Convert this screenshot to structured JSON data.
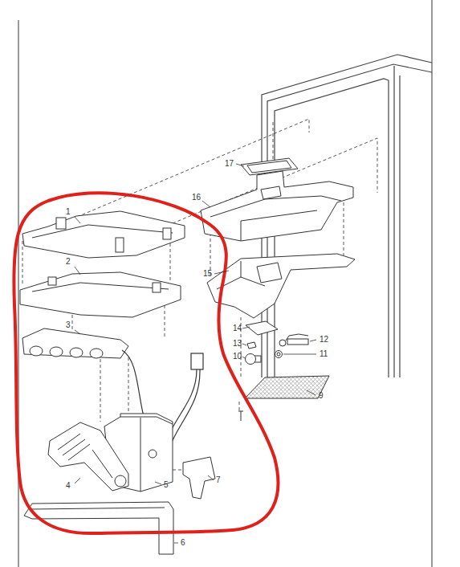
{
  "diagram": {
    "labels": [
      "17",
      "1",
      "16",
      "2",
      "15",
      "3",
      "14",
      "12",
      "13",
      "10",
      "11",
      "9",
      "7",
      "4",
      "5",
      "6"
    ]
  }
}
